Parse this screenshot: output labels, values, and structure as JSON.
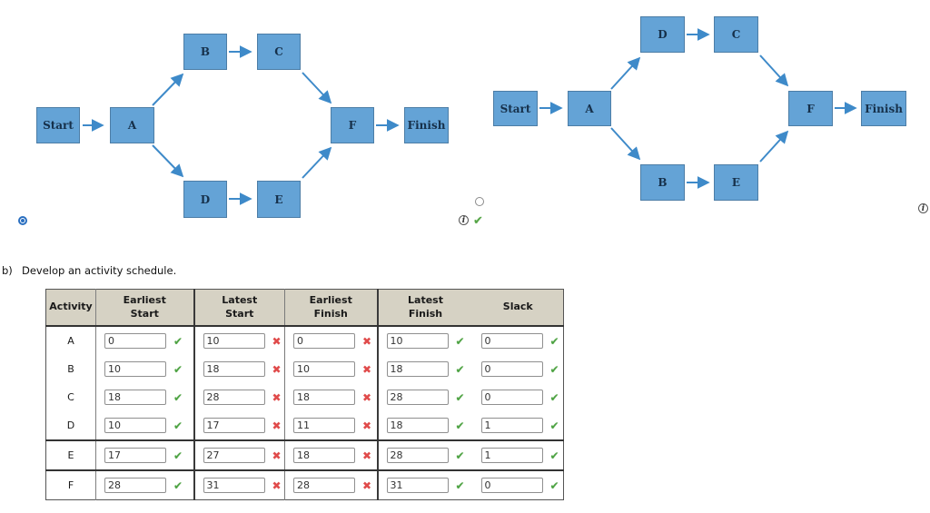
{
  "colors": {
    "node_fill": "#64a3d6",
    "node_border": "#4c7da6",
    "arrow_blue": "#3e8ac9",
    "table_header_bg": "#d6d2c4",
    "correct_green": "#4da243",
    "incorrect_red": "#e04b4b",
    "radio_selected_blue": "#2a6fc0"
  },
  "icons": {
    "correct": "✔",
    "incorrect": "✖",
    "info": "i"
  },
  "diagrams": [
    {
      "id": "network-option-left",
      "selected": true,
      "nodes": [
        {
          "id": "start",
          "label": "Start"
        },
        {
          "id": "a",
          "label": "A"
        },
        {
          "id": "b",
          "label": "B"
        },
        {
          "id": "c",
          "label": "C"
        },
        {
          "id": "d",
          "label": "D"
        },
        {
          "id": "e",
          "label": "E"
        },
        {
          "id": "f",
          "label": "F"
        },
        {
          "id": "finish",
          "label": "Finish"
        }
      ],
      "edges": [
        "Start→A",
        "A→B",
        "B→C",
        "C→F",
        "A→D",
        "D→E",
        "E→F",
        "F→Finish"
      ]
    },
    {
      "id": "network-option-right",
      "selected": false,
      "nodes": [
        {
          "id": "start",
          "label": "Start"
        },
        {
          "id": "a",
          "label": "A"
        },
        {
          "id": "d",
          "label": "D"
        },
        {
          "id": "c",
          "label": "C"
        },
        {
          "id": "b",
          "label": "B"
        },
        {
          "id": "e",
          "label": "E"
        },
        {
          "id": "f",
          "label": "F"
        },
        {
          "id": "finish",
          "label": "Finish"
        }
      ],
      "edges": [
        "Start→A",
        "A→D",
        "D→C",
        "C→F",
        "A→B",
        "B→E",
        "E→F",
        "F→Finish"
      ]
    }
  ],
  "question": {
    "prefix": "b)",
    "text": "Develop an activity schedule."
  },
  "table": {
    "headers": [
      [
        "Activity"
      ],
      [
        "Earliest",
        "Start"
      ],
      [
        "Latest",
        "Start"
      ],
      [
        "Earliest",
        "Finish"
      ],
      [
        "Latest",
        "Finish"
      ],
      [
        "Slack"
      ]
    ],
    "rows": [
      {
        "activity": "A",
        "earliest_start": "0",
        "latest_start": "10",
        "earliest_finish": "0",
        "latest_finish": "10",
        "slack": "0",
        "marks": {
          "earliest_start": "correct",
          "latest_start": "incorrect",
          "earliest_finish": "incorrect",
          "latest_finish": "correct",
          "slack": "correct"
        }
      },
      {
        "activity": "B",
        "earliest_start": "10",
        "latest_start": "18",
        "earliest_finish": "10",
        "latest_finish": "18",
        "slack": "0",
        "marks": {
          "earliest_start": "correct",
          "latest_start": "incorrect",
          "earliest_finish": "incorrect",
          "latest_finish": "correct",
          "slack": "correct"
        }
      },
      {
        "activity": "C",
        "earliest_start": "18",
        "latest_start": "28",
        "earliest_finish": "18",
        "latest_finish": "28",
        "slack": "0",
        "marks": {
          "earliest_start": "correct",
          "latest_start": "incorrect",
          "earliest_finish": "incorrect",
          "latest_finish": "correct",
          "slack": "correct"
        }
      },
      {
        "activity": "D",
        "earliest_start": "10",
        "latest_start": "17",
        "earliest_finish": "11",
        "latest_finish": "18",
        "slack": "1",
        "marks": {
          "earliest_start": "correct",
          "latest_start": "incorrect",
          "earliest_finish": "incorrect",
          "latest_finish": "correct",
          "slack": "correct"
        }
      },
      {
        "activity": "E",
        "earliest_start": "17",
        "latest_start": "27",
        "earliest_finish": "18",
        "latest_finish": "28",
        "slack": "1",
        "marks": {
          "earliest_start": "correct",
          "latest_start": "incorrect",
          "earliest_finish": "incorrect",
          "latest_finish": "correct",
          "slack": "correct"
        }
      },
      {
        "activity": "F",
        "earliest_start": "28",
        "latest_start": "31",
        "earliest_finish": "28",
        "latest_finish": "31",
        "slack": "0",
        "marks": {
          "earliest_start": "correct",
          "latest_start": "incorrect",
          "earliest_finish": "incorrect",
          "latest_finish": "correct",
          "slack": "correct"
        }
      }
    ]
  }
}
